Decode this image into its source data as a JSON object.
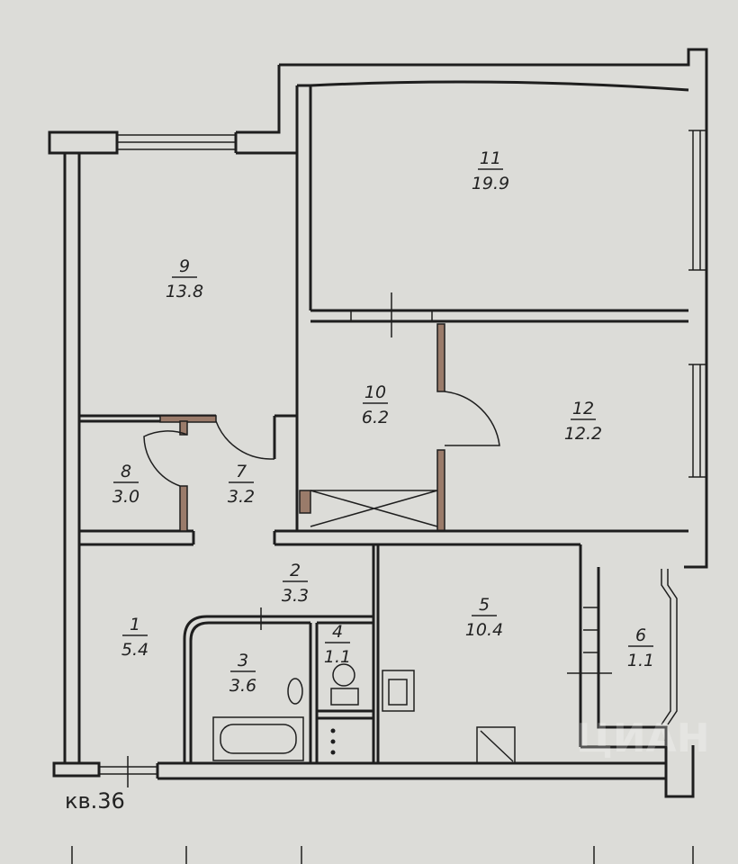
{
  "apartment_label": "кв.36",
  "watermark": "ЦИАН",
  "rooms": [
    {
      "number": "1",
      "area": "5.4"
    },
    {
      "number": "2",
      "area": "3.3"
    },
    {
      "number": "3",
      "area": "3.6"
    },
    {
      "number": "4",
      "area": "1.1"
    },
    {
      "number": "5",
      "area": "10.4"
    },
    {
      "number": "6",
      "area": "1.1"
    },
    {
      "number": "7",
      "area": "3.2"
    },
    {
      "number": "8",
      "area": "3.0"
    },
    {
      "number": "9",
      "area": "13.8"
    },
    {
      "number": "10",
      "area": "6.2"
    },
    {
      "number": "11",
      "area": "19.9"
    },
    {
      "number": "12",
      "area": "12.2"
    }
  ],
  "colors": {
    "paper": "#dcdcd8",
    "ink": "#1e1e1e",
    "hatch": "#9a7b6a"
  }
}
